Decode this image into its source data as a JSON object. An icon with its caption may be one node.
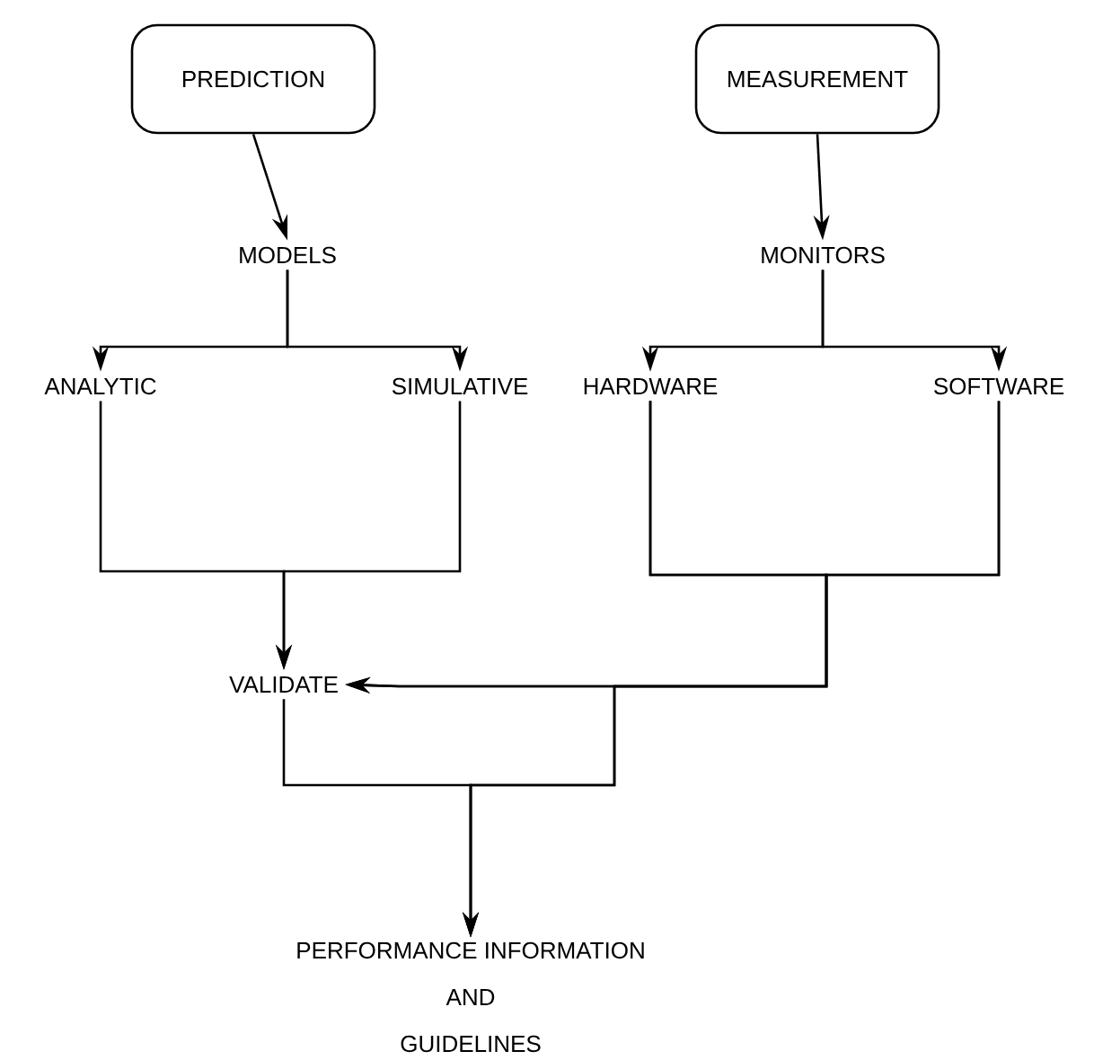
{
  "diagram": {
    "nodes": [
      {
        "text": [
          "PREDICTION"
        ]
      },
      {
        "text": [
          "MEASUREMENT"
        ]
      },
      {
        "text": [
          "MODELS"
        ]
      },
      {
        "text": [
          "MONITORS"
        ]
      },
      {
        "text": [
          "ANALYTIC"
        ]
      },
      {
        "text": [
          "SIMULATIVE"
        ]
      },
      {
        "text": [
          "HARDWARE"
        ]
      },
      {
        "text": [
          "SOFTWARE"
        ]
      },
      {
        "text": [
          "VALIDATE"
        ]
      },
      {
        "text": [
          "PERFORMANCE INFORMATION AND GUIDELINES"
        ]
      }
    ],
    "edges": [
      {
        "from": 0,
        "to": 2,
        "arrow": "to"
      },
      {
        "from": 1,
        "to": 3,
        "arrow": "to"
      },
      {
        "from": 2,
        "to": 4,
        "arrow": "to"
      },
      {
        "from": 2,
        "to": 5,
        "arrow": "to"
      },
      {
        "from": 3,
        "to": 6,
        "arrow": "to"
      },
      {
        "from": 3,
        "to": 7,
        "arrow": "to"
      },
      {
        "from": 4,
        "to": 8,
        "arrow": "to"
      },
      {
        "from": 5,
        "to": 8,
        "arrow": "to"
      },
      {
        "from": 6,
        "to": 8,
        "arrow": "to"
      },
      {
        "from": 7,
        "to": 8,
        "arrow": "to"
      },
      {
        "from": 8,
        "to": 9,
        "arrow": "to"
      },
      {
        "from": 6,
        "to": 9,
        "arrow": "to"
      },
      {
        "from": 7,
        "to": 9,
        "arrow": "to"
      }
    ]
  }
}
